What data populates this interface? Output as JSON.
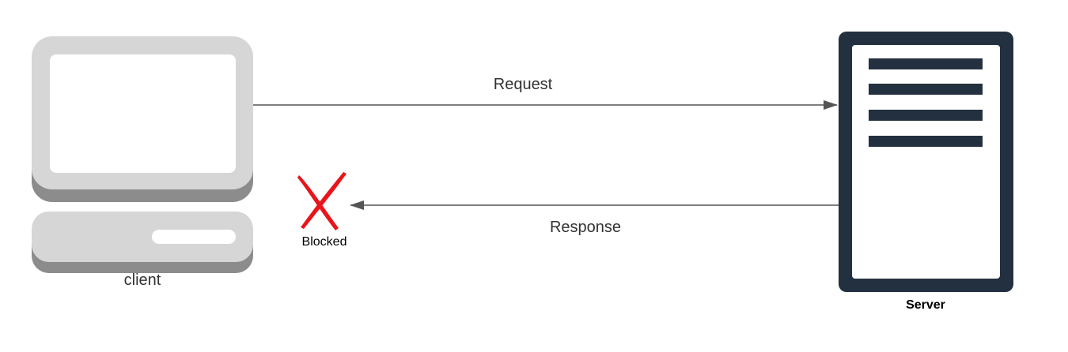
{
  "diagram": {
    "client_label": "client",
    "server_label": "Server",
    "request_label": "Request",
    "response_label": "Response",
    "blocked_label": "Blocked"
  },
  "colors": {
    "client_fill": "#d6d6d6",
    "client_shadow": "#8c8c8c",
    "client_screen": "#ffffff",
    "server_dark": "#23303f",
    "arrow": "#555555",
    "blocked_red": "#e8151b"
  },
  "icons": [
    "computer-icon",
    "server-icon",
    "blocked-x-icon"
  ]
}
